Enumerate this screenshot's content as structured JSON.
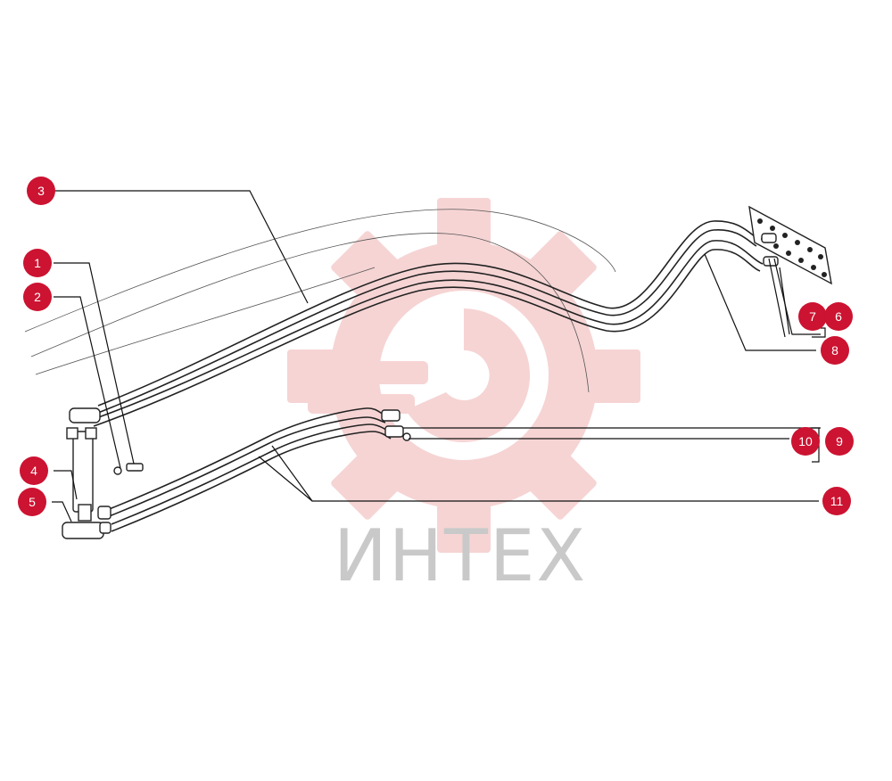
{
  "watermark": {
    "brand": "ИНТЕХ",
    "brand_color": "#c9c9c9",
    "logo_color": "#f4c6c6",
    "logo_icon": "gear-wrench-logo"
  },
  "callout_color": "#cc1331",
  "callouts": [
    {
      "id": "c1",
      "label": "1"
    },
    {
      "id": "c2",
      "label": "2"
    },
    {
      "id": "c3",
      "label": "3"
    },
    {
      "id": "c4",
      "label": "4"
    },
    {
      "id": "c5",
      "label": "5"
    },
    {
      "id": "c6",
      "label": "6"
    },
    {
      "id": "c7",
      "label": "7"
    },
    {
      "id": "c8",
      "label": "8"
    },
    {
      "id": "c9",
      "label": "9"
    },
    {
      "id": "c10",
      "label": "10"
    },
    {
      "id": "c11",
      "label": "11"
    }
  ]
}
